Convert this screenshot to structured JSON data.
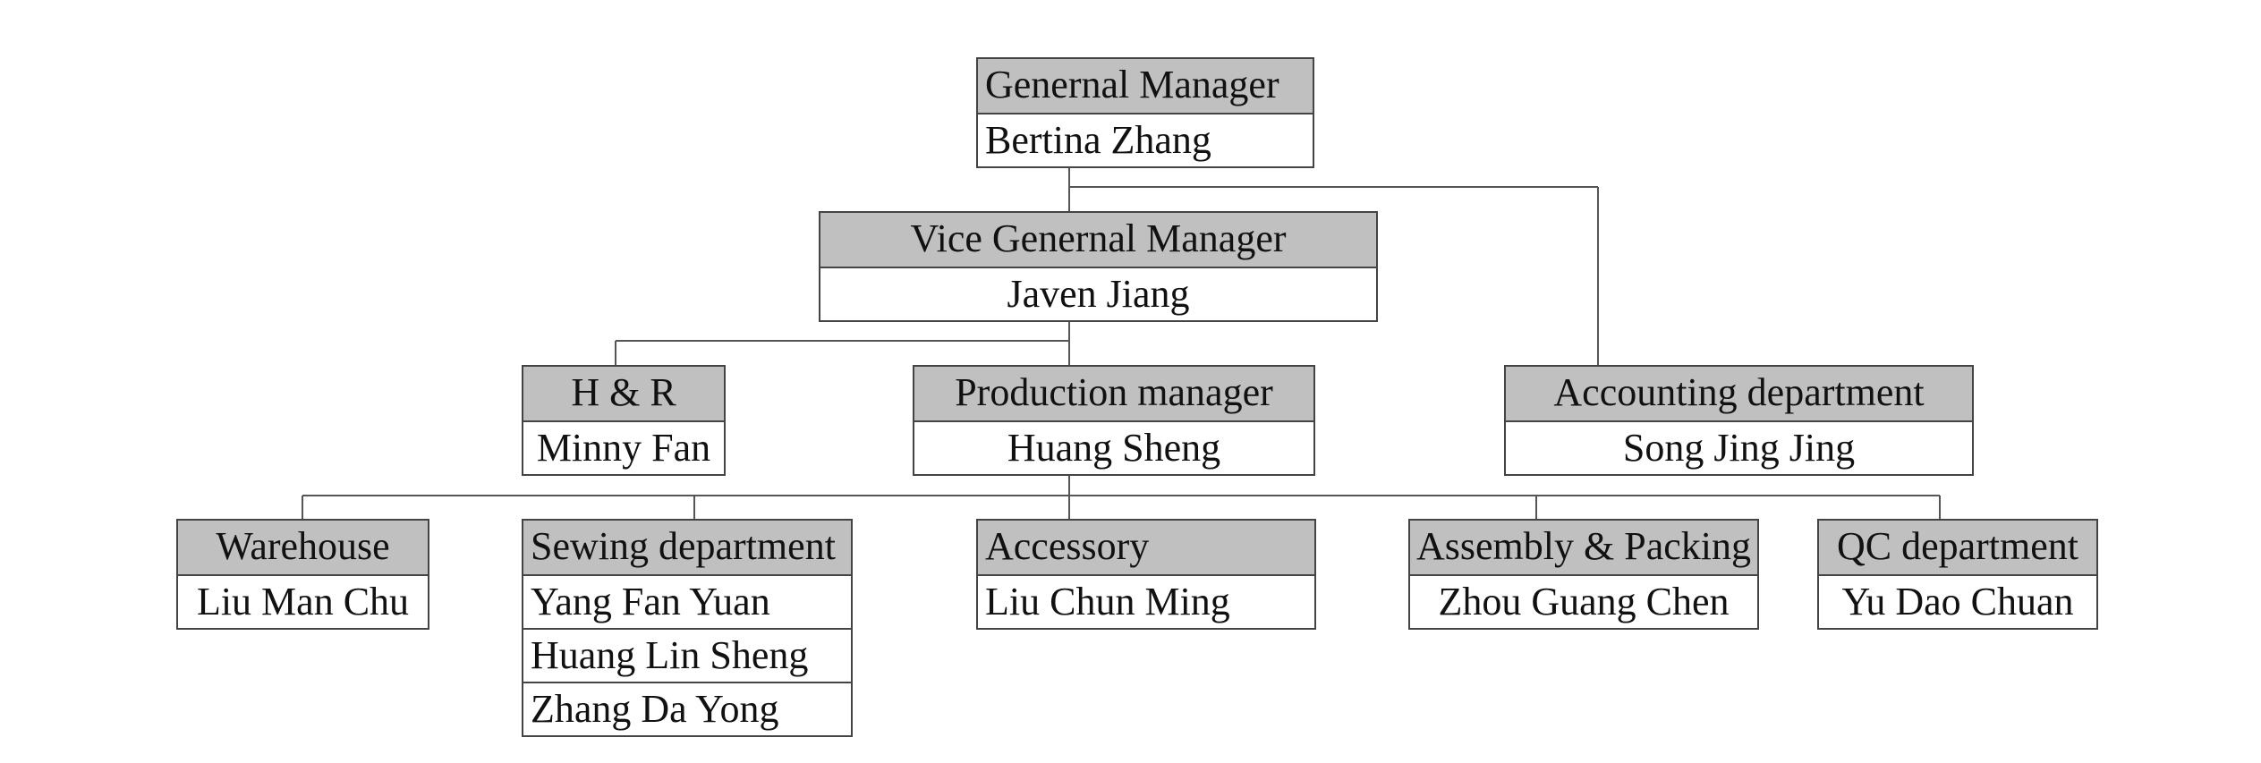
{
  "chart": {
    "general_manager": {
      "title": "Genernal Manager",
      "names": [
        "Bertina Zhang"
      ]
    },
    "vice_general_manager": {
      "title": "Vice Genernal Manager",
      "names": [
        "Javen Jiang"
      ]
    },
    "hr": {
      "title": "H & R",
      "names": [
        "Minny Fan"
      ]
    },
    "production_manager": {
      "title": "Production manager",
      "names": [
        "Huang Sheng"
      ]
    },
    "accounting": {
      "title": "Accounting department",
      "names": [
        "Song Jing Jing"
      ]
    },
    "warehouse": {
      "title": "Warehouse",
      "names": [
        "Liu Man Chu"
      ]
    },
    "sewing": {
      "title": "Sewing department",
      "names": [
        "Yang Fan Yuan",
        "Huang Lin Sheng",
        "Zhang Da Yong"
      ]
    },
    "accessory": {
      "title": "Accessory",
      "names": [
        "Liu Chun Ming"
      ]
    },
    "assembly": {
      "title": "Assembly & Packing",
      "names": [
        "Zhou Guang Chen"
      ]
    },
    "qc": {
      "title": "QC department",
      "names": [
        "Yu Dao Chuan"
      ]
    }
  },
  "colors": {
    "header_fill": "#c0c0c0",
    "border": "#444444",
    "connector": "#555555"
  }
}
